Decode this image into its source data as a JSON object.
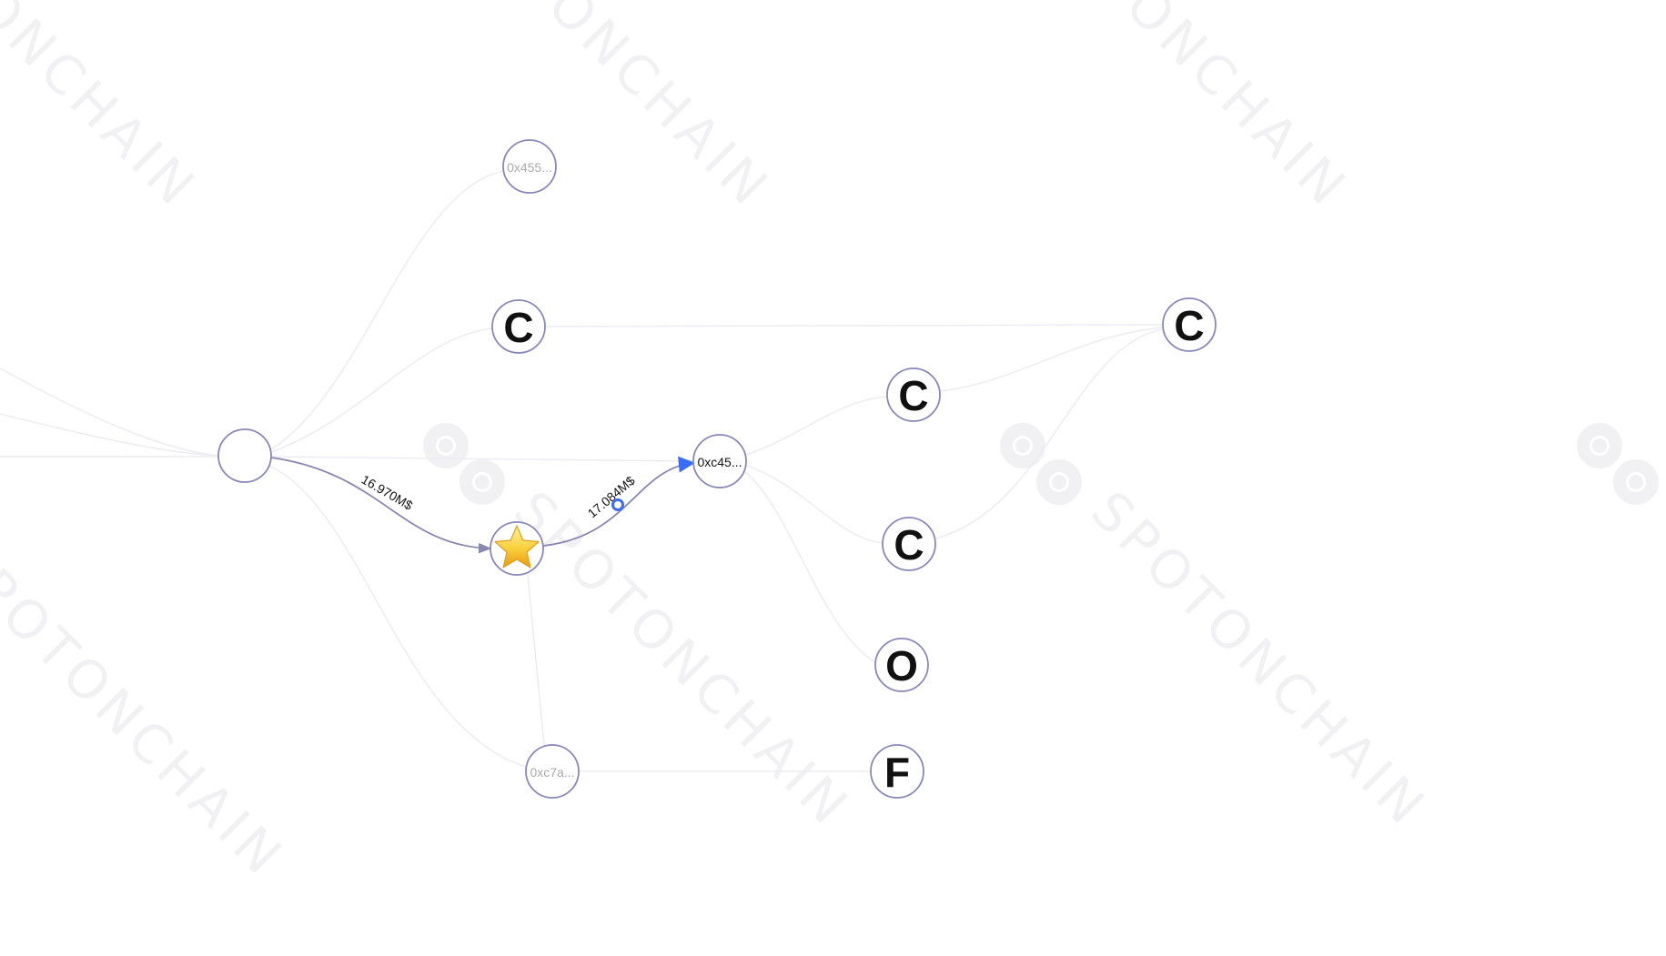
{
  "watermark": {
    "text": "SPOTONCHAIN",
    "partial_text_top": "TONCHAIN"
  },
  "nodes": {
    "root": {
      "label": ""
    },
    "addr_0x455": {
      "label": "0x455..."
    },
    "c_upper": {
      "label": "C"
    },
    "star": {
      "label": "⭐"
    },
    "addr_0xc45": {
      "label": "0xc45..."
    },
    "c_far_right": {
      "label": "C"
    },
    "c_mid": {
      "label": "C"
    },
    "c_lower": {
      "label": "C"
    },
    "o_node": {
      "label": "O"
    },
    "f_node": {
      "label": "F"
    },
    "addr_0xc7a": {
      "label": "0xc7a..."
    }
  },
  "edges": {
    "root_to_star": {
      "amount": "16.970M$"
    },
    "star_to_0xc45": {
      "amount": "17.084M$"
    }
  },
  "colors": {
    "node_stroke": "#8a88b8",
    "main_edge": "#8a88b0",
    "faint_edge": "#ececf2",
    "arrow_highlight": "#3b6cf6"
  }
}
